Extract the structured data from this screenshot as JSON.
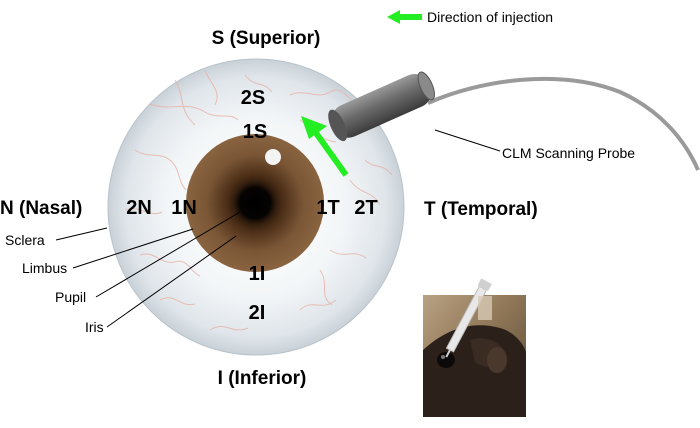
{
  "legend": {
    "label": "Direction of injection",
    "arrow_color": "#22ee22"
  },
  "directions": {
    "superior": "S (Superior)",
    "inferior": "I (Inferior)",
    "nasal": "N (Nasal)",
    "temporal": "T (Temporal)"
  },
  "markers": {
    "s2": "2S",
    "s1": "1S",
    "n2": "2N",
    "n1": "1N",
    "t1": "1T",
    "t2": "2T",
    "i1": "1I",
    "i2": "2I"
  },
  "structures": {
    "sclera": "Sclera",
    "limbus": "Limbus",
    "pupil": "Pupil",
    "iris": "Iris"
  },
  "probe": {
    "label": "CLM Scanning Probe"
  },
  "colors": {
    "sclera": "#e9eef3",
    "iris": "#7a5636",
    "pupil": "#000000",
    "vessels": "#e8b4a8",
    "arrow": "#22ee22",
    "probe": "#6f6f6f",
    "cable": "#9a9a9a"
  }
}
